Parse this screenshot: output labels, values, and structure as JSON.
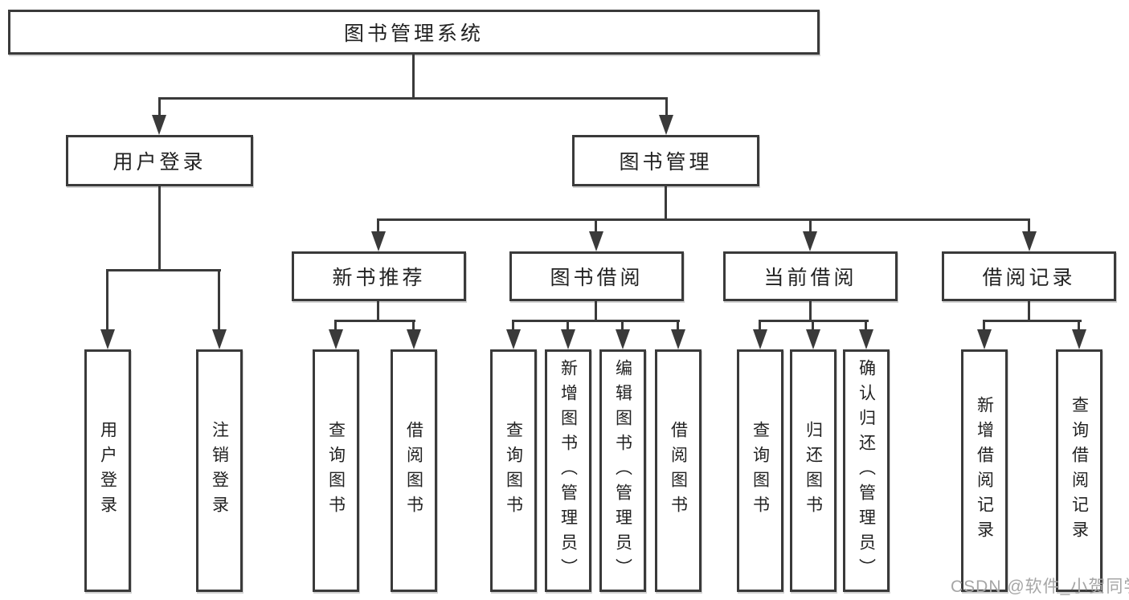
{
  "colors": {
    "line": "#3a3a3a",
    "text": "#222222",
    "watermark": "#a6a6a6",
    "bg": "#ffffff"
  },
  "watermark": {
    "text": "CSDN @软件_小贺同学"
  },
  "tree": {
    "root": {
      "label": "图书管理系统",
      "children": [
        {
          "label": "用户登录",
          "children": [
            {
              "label": "用户登录"
            },
            {
              "label": "注销登录"
            }
          ]
        },
        {
          "label": "图书管理",
          "children": [
            {
              "label": "新书推荐",
              "children": [
                {
                  "label": "查询图书"
                },
                {
                  "label": "借阅图书"
                }
              ]
            },
            {
              "label": "图书借阅",
              "children": [
                {
                  "label": "查询图书"
                },
                {
                  "label": "新增图书（管理员）"
                },
                {
                  "label": "编辑图书（管理员）"
                },
                {
                  "label": "借阅图书"
                }
              ]
            },
            {
              "label": "当前借阅",
              "children": [
                {
                  "label": "查询图书"
                },
                {
                  "label": "归还图书"
                },
                {
                  "label": "确认归还（管理员）"
                }
              ]
            },
            {
              "label": "借阅记录",
              "children": [
                {
                  "label": "新增借阅记录"
                },
                {
                  "label": "查询借阅记录"
                }
              ]
            }
          ]
        }
      ]
    }
  }
}
